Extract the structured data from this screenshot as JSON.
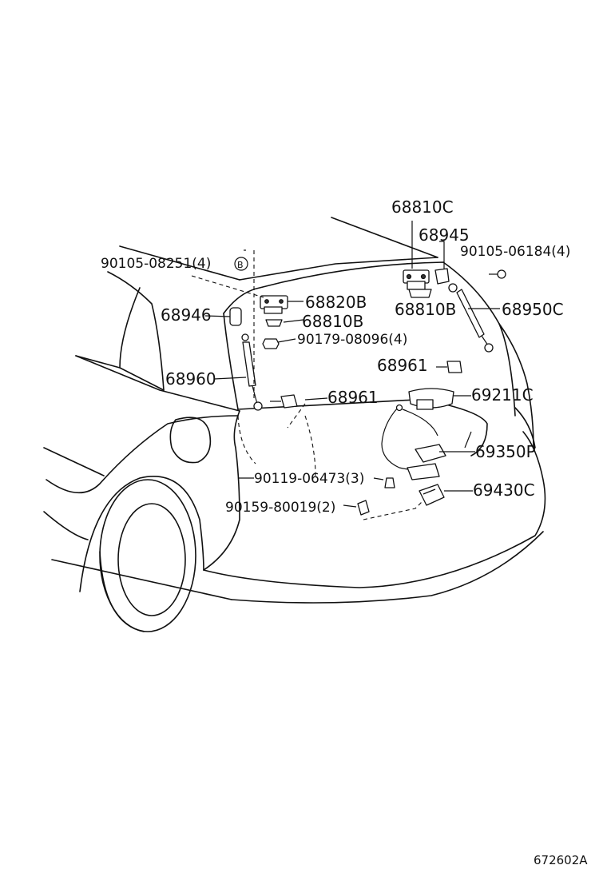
{
  "diagram": {
    "labels": {
      "p68810C_top": "68810C",
      "p68945": "68945",
      "p90105_06184": "90105-06184(4)",
      "p90105_08251": "90105-08251(4)",
      "p68820B": "68820B",
      "p68810B_left": "68810B",
      "p68810B_right": "68810B",
      "p68950C": "68950C",
      "p68946": "68946",
      "p90179_08096": "90179-08096(4)",
      "p68961_right": "68961",
      "p68960": "68960",
      "p68961_mid": "68961",
      "p69211C": "69211C",
      "p69350P": "69350P",
      "p90119_06473": "90119-06473(3)",
      "p69430C": "69430C",
      "p90159_80019": "90159-80019(2)"
    },
    "symbol_b": "B",
    "drawing_code": "672602A"
  }
}
